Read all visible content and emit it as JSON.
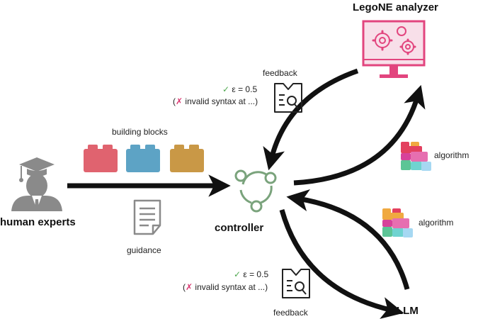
{
  "nodes": {
    "human_experts": "human experts",
    "controller": "controller",
    "analyzer": "LegoNE analyzer",
    "llm": "LLM"
  },
  "edges": {
    "building_blocks": "building blocks",
    "guidance": "guidance",
    "algorithm_top": "algorithm",
    "algorithm_bottom": "algorithm",
    "feedback_top": "feedback",
    "feedback_bottom": "feedback"
  },
  "feedback_status": {
    "pass": "ε = 0.5",
    "fail": "invalid syntax at ...",
    "pass_mark": "✓",
    "fail_mark": "✗"
  },
  "colors": {
    "arrow": "#111111",
    "block_red": "#e0636f",
    "block_blue": "#5da3c5",
    "block_orange": "#c99846",
    "controller_green": "#7aa37c",
    "analyzer_pink": "#e2457e",
    "person_gray": "#8a8a8a"
  },
  "icons": [
    "graduate-person-icon",
    "lego-brick-icon",
    "document-icon",
    "controller-network-icon",
    "monitor-gears-icon",
    "feedback-search-icon",
    "algorithm-blocks-icon"
  ]
}
